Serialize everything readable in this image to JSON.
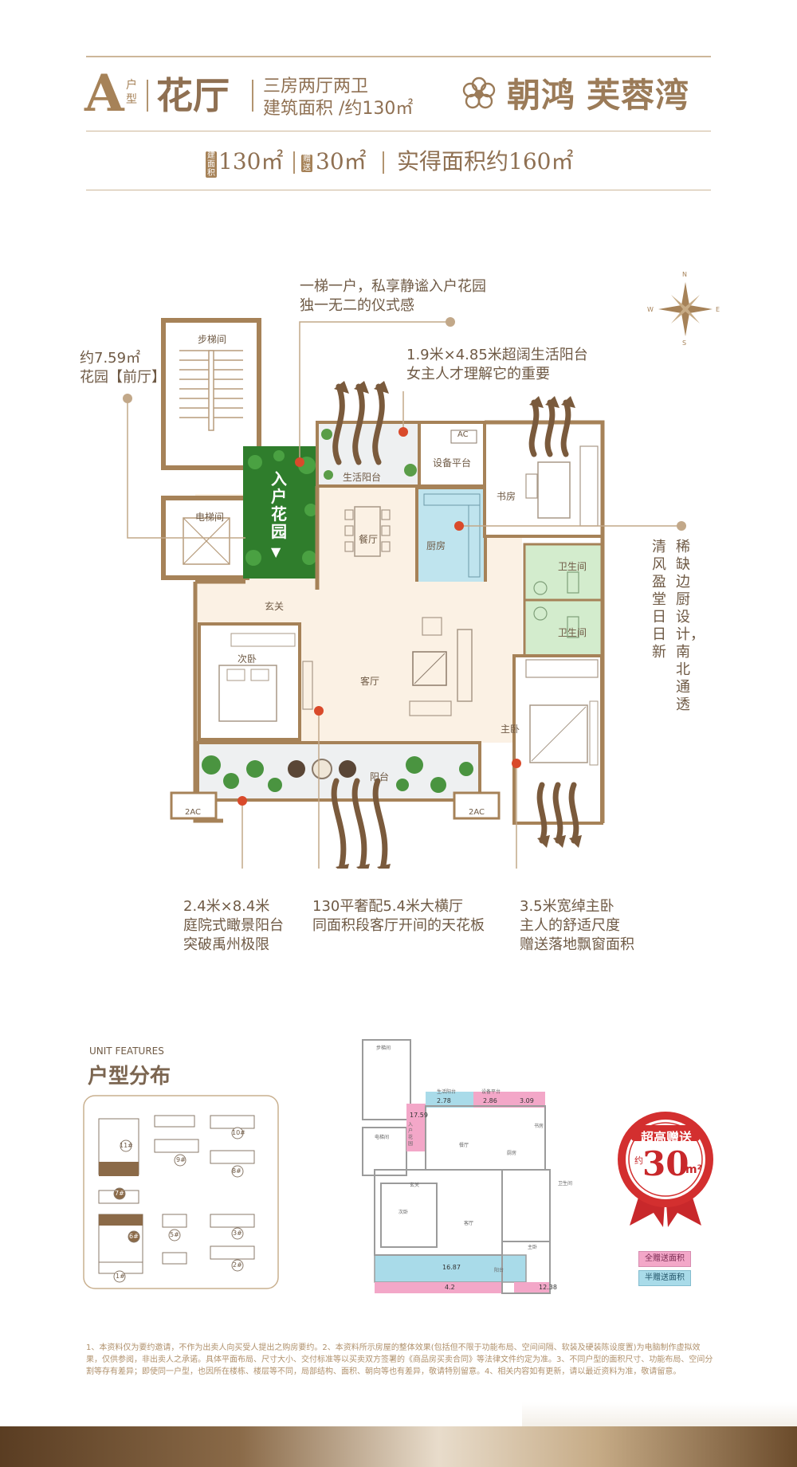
{
  "header": {
    "unit_letter": "A",
    "unit_letter_suffix": "户型",
    "title": "花厅",
    "desc_line1": "三房两厅两卫",
    "desc_line2": "建筑面积 /约130㎡",
    "brand_name": "朝鸿",
    "brand_sub": "芙蓉湾",
    "tag_building": "建面积",
    "area_building": "130㎡",
    "tag_gift": "赠送",
    "area_gift": "30㎡",
    "area_actual": "实得面积约160㎡"
  },
  "plan": {
    "rooms": {
      "stairwell": "步梯间",
      "elevator": "电梯间",
      "garden": "入户花园",
      "living_balcony": "生活阳台",
      "equipment": "设备平台",
      "dining": "餐厅",
      "kitchen": "厨房",
      "study": "书房",
      "bath1": "卫生间",
      "bath2": "卫生间",
      "foyer": "玄关",
      "bedroom2": "次卧",
      "living": "客厅",
      "master": "主卧",
      "balcony": "阳台",
      "ac": "AC",
      "ac2": "2AC"
    },
    "callouts": {
      "top_line1": "一梯一户，私享静谧入户花园",
      "top_line2": "独一无二的仪式感",
      "garden_line1": "约7.59㎡",
      "garden_line2": "花园【前厅】",
      "balcony_line1": "1.9米×4.85米超阔生活阳台",
      "balcony_line2": "女主人才理解它的重要",
      "right_col1": "稀缺边厨设计，南北通透",
      "right_col2": "清风盈堂日日新",
      "b1_line1": "2.4米×8.4米",
      "b1_line2": "庭院式瞰景阳台",
      "b1_line3": "突破禹州极限",
      "b2_line1": "130平奢配5.4米大横厅",
      "b2_line2": "同面积段客厅开间的天花板",
      "b3_line1": "3.5米宽绰主卧",
      "b3_line2": "主人的舒适尺度",
      "b3_line3": "赠送落地飘窗面积"
    },
    "compass": {
      "n": "N",
      "e": "E",
      "s": "S",
      "w": "W"
    }
  },
  "features": {
    "title_en": "UNIT FEATURES",
    "title_cn": "户型分布",
    "buildings": [
      "11#",
      "10#",
      "9#",
      "8#",
      "7#",
      "6#",
      "5#",
      "3#",
      "1#",
      "2#"
    ]
  },
  "mini_plan": {
    "labels": {
      "stair": "步梯间",
      "elev": "电梯间",
      "garden": "入户花园",
      "foyer": "玄关",
      "bed2": "次卧",
      "living": "客厅",
      "master": "主卧",
      "kitchen": "厨房",
      "study": "书房",
      "bath": "卫生间",
      "dining": "餐厅",
      "balcony_top": "生活阳台",
      "equip": "设备平台",
      "balcony": "阳台"
    },
    "areas": {
      "a1": "17.59",
      "a2": "2.78",
      "a3": "2.86",
      "a4": "3.09",
      "a5": "16.87",
      "a6": "4.2",
      "a7": "12.38"
    },
    "legend_full": "全赠送面积",
    "legend_half": "半赠送面积",
    "colors": {
      "full": "#f3a7c8",
      "half": "#a9dbe9"
    }
  },
  "stamp": {
    "line1": "超高赠送",
    "prefix": "约",
    "value": "30",
    "unit": "m²"
  },
  "disclaimer": "1、本资料仅为要约邀请，不作为出卖人向买受人提出之购房要约。2、本资料所示房屋的整体效果(包括但不限于功能布局、空间间隔、软装及硬装陈设度置)为电脑制作虚拟效果，仅供参阅，非出卖人之承诺。具体平面布局、尺寸大小、交付标准等以买卖双方签署的《商品房买卖合同》等法律文件约定为准。3、不同户型的面积尺寸、功能布局、空间分割等存有差异；即使同一户型，也因所在楼栋、楼层等不同，局部结构、面积、朝向等也有差异，敬请特别留意。4、相关内容如有更新，请以最近资料为准，敬请留意。"
}
